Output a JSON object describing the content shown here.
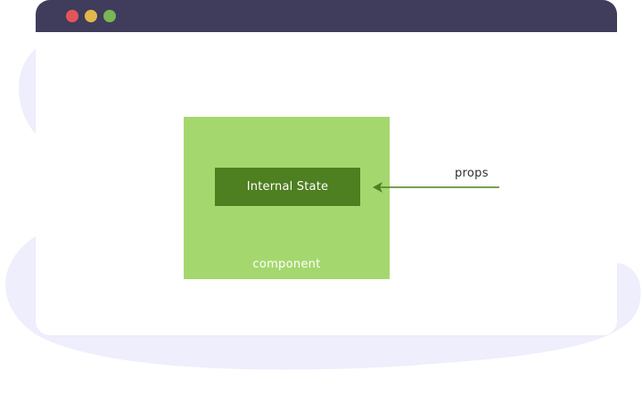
{
  "window": {
    "traffic_lights": {
      "red": "#e5545b",
      "yellow": "#e2b84d",
      "green": "#79b655"
    },
    "titlebar_color": "#403c5b",
    "backdrop_color": "#eeeefc"
  },
  "diagram": {
    "component_label": "component",
    "state_label": "Internal State",
    "props_label": "props",
    "colors": {
      "component": "#a4d86e",
      "state": "#4e7f20",
      "arrow": "#4e7f20"
    }
  }
}
